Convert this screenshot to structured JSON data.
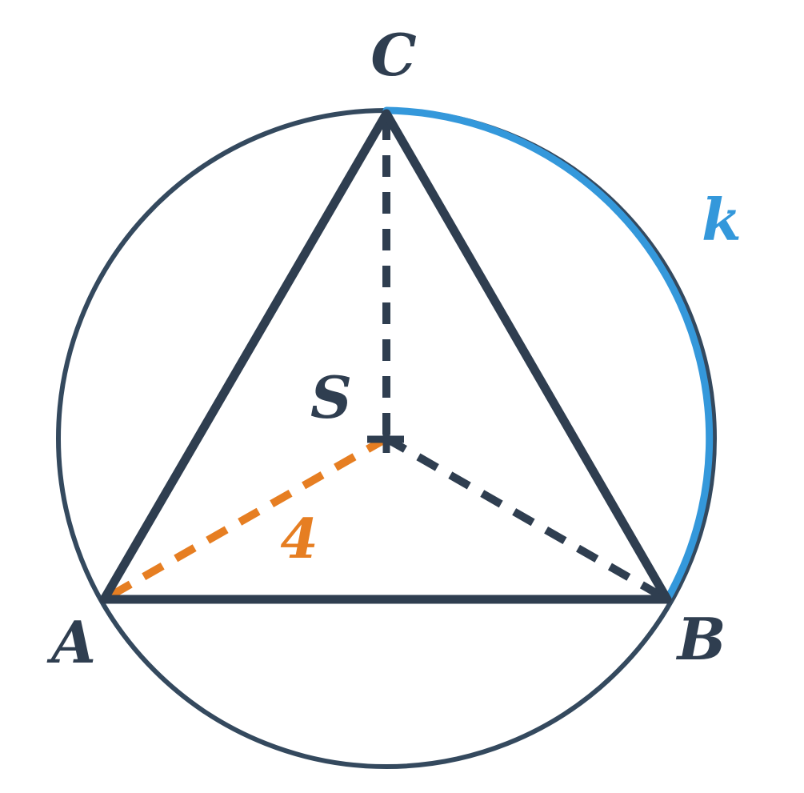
{
  "labels": {
    "vertex_a": "A",
    "vertex_b": "B",
    "vertex_c": "C",
    "center": "S",
    "radius_value": "4",
    "circle_name": "k"
  },
  "colors": {
    "ink": "#2f3e50",
    "accent_orange": "#e67e22",
    "accent_blue": "#3498db",
    "background": "#ffffff"
  }
}
